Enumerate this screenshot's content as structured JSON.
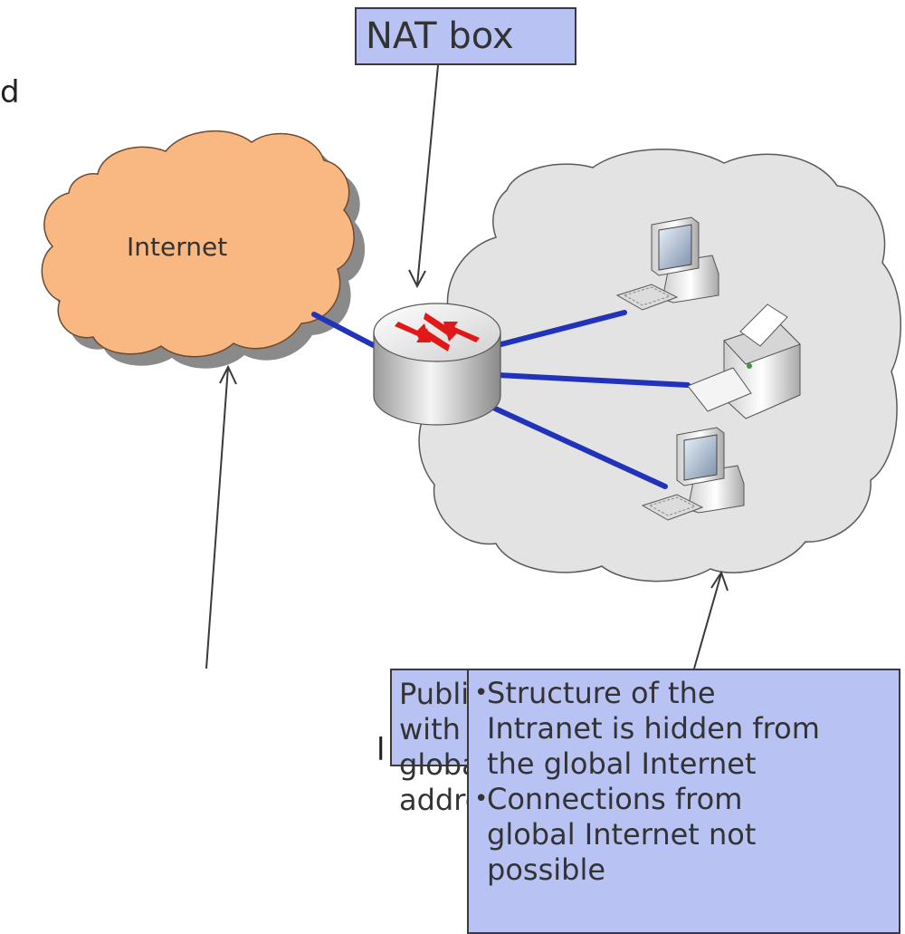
{
  "labels": {
    "nat_box": "NAT box",
    "internet_cloud": "Internet",
    "public_internet": "Public Internet with\nglobal IP addresses",
    "intranet_points": [
      "Structure of the\nIntranet is hidden from\nthe global Internet",
      "Connections from\nglobal Internet not\npossible"
    ],
    "cut_text_top": "d",
    "cut_text_bottom": "l"
  },
  "colors": {
    "callout_fill": "#b8c2f3",
    "internet_cloud": "#f9b882",
    "intranet_cloud": "#e3e3e3",
    "link": "#2233bb",
    "router_arrows": "#e01818"
  },
  "icons": [
    "router-icon",
    "desktop-computer-icon",
    "printer-icon"
  ]
}
